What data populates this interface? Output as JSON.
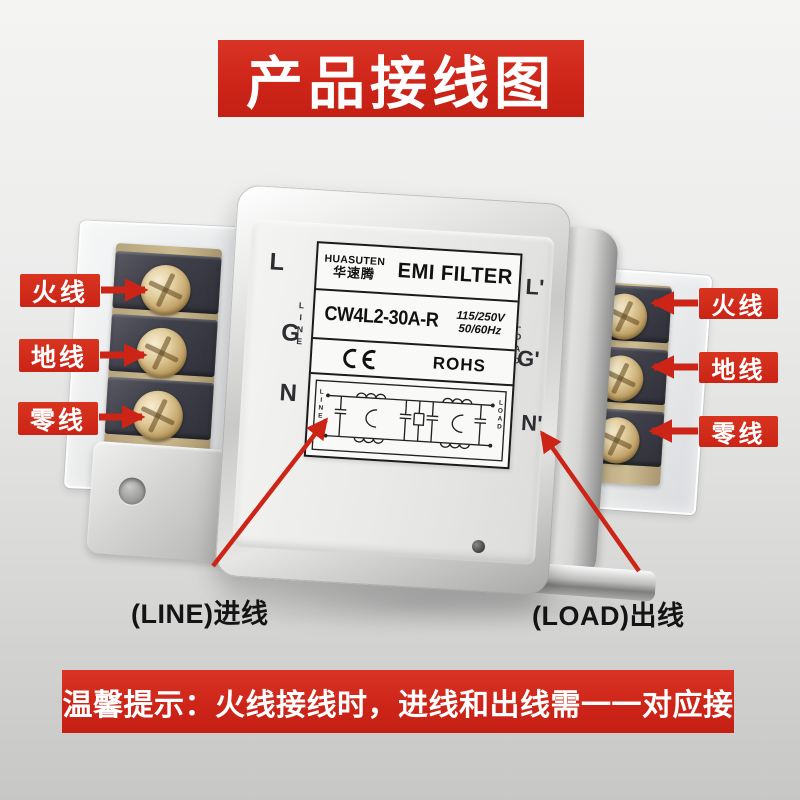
{
  "colors": {
    "accent_red": "#cd2418",
    "metal_dark": "#40404a",
    "brass": "#cdbb92",
    "background_top": "#f4f4f3",
    "background_bottom": "#c7c7c6"
  },
  "top_banner": {
    "text": "产品接线图"
  },
  "bottom_banner": {
    "text": "温馨提示：火线接线时，进线和出线需一一对应接"
  },
  "wire_labels": {
    "left": [
      "火线",
      "地线",
      "零线"
    ],
    "right": [
      "火线",
      "地线",
      "零线"
    ]
  },
  "captions": {
    "line_in": "(LINE)进线",
    "load_out": "(LOAD)出线"
  },
  "device": {
    "label": {
      "brand_en": "HUASUTEN",
      "brand_cn": "华速腾",
      "product": "EMI FILTER",
      "model": "CW4L2-30A-R",
      "voltage": "115/250V",
      "frequency": "50/60Hz",
      "ce": "CE",
      "rohs": "ROHS"
    },
    "terminals": {
      "left": {
        "top": "L",
        "mid": "G",
        "bottom": "N",
        "side": "LINE"
      },
      "right": {
        "top": "L'",
        "mid": "G'",
        "bottom": "N'",
        "side": "LOAD"
      }
    },
    "schematic": {
      "line": "LINE",
      "load": "LOAD"
    }
  }
}
